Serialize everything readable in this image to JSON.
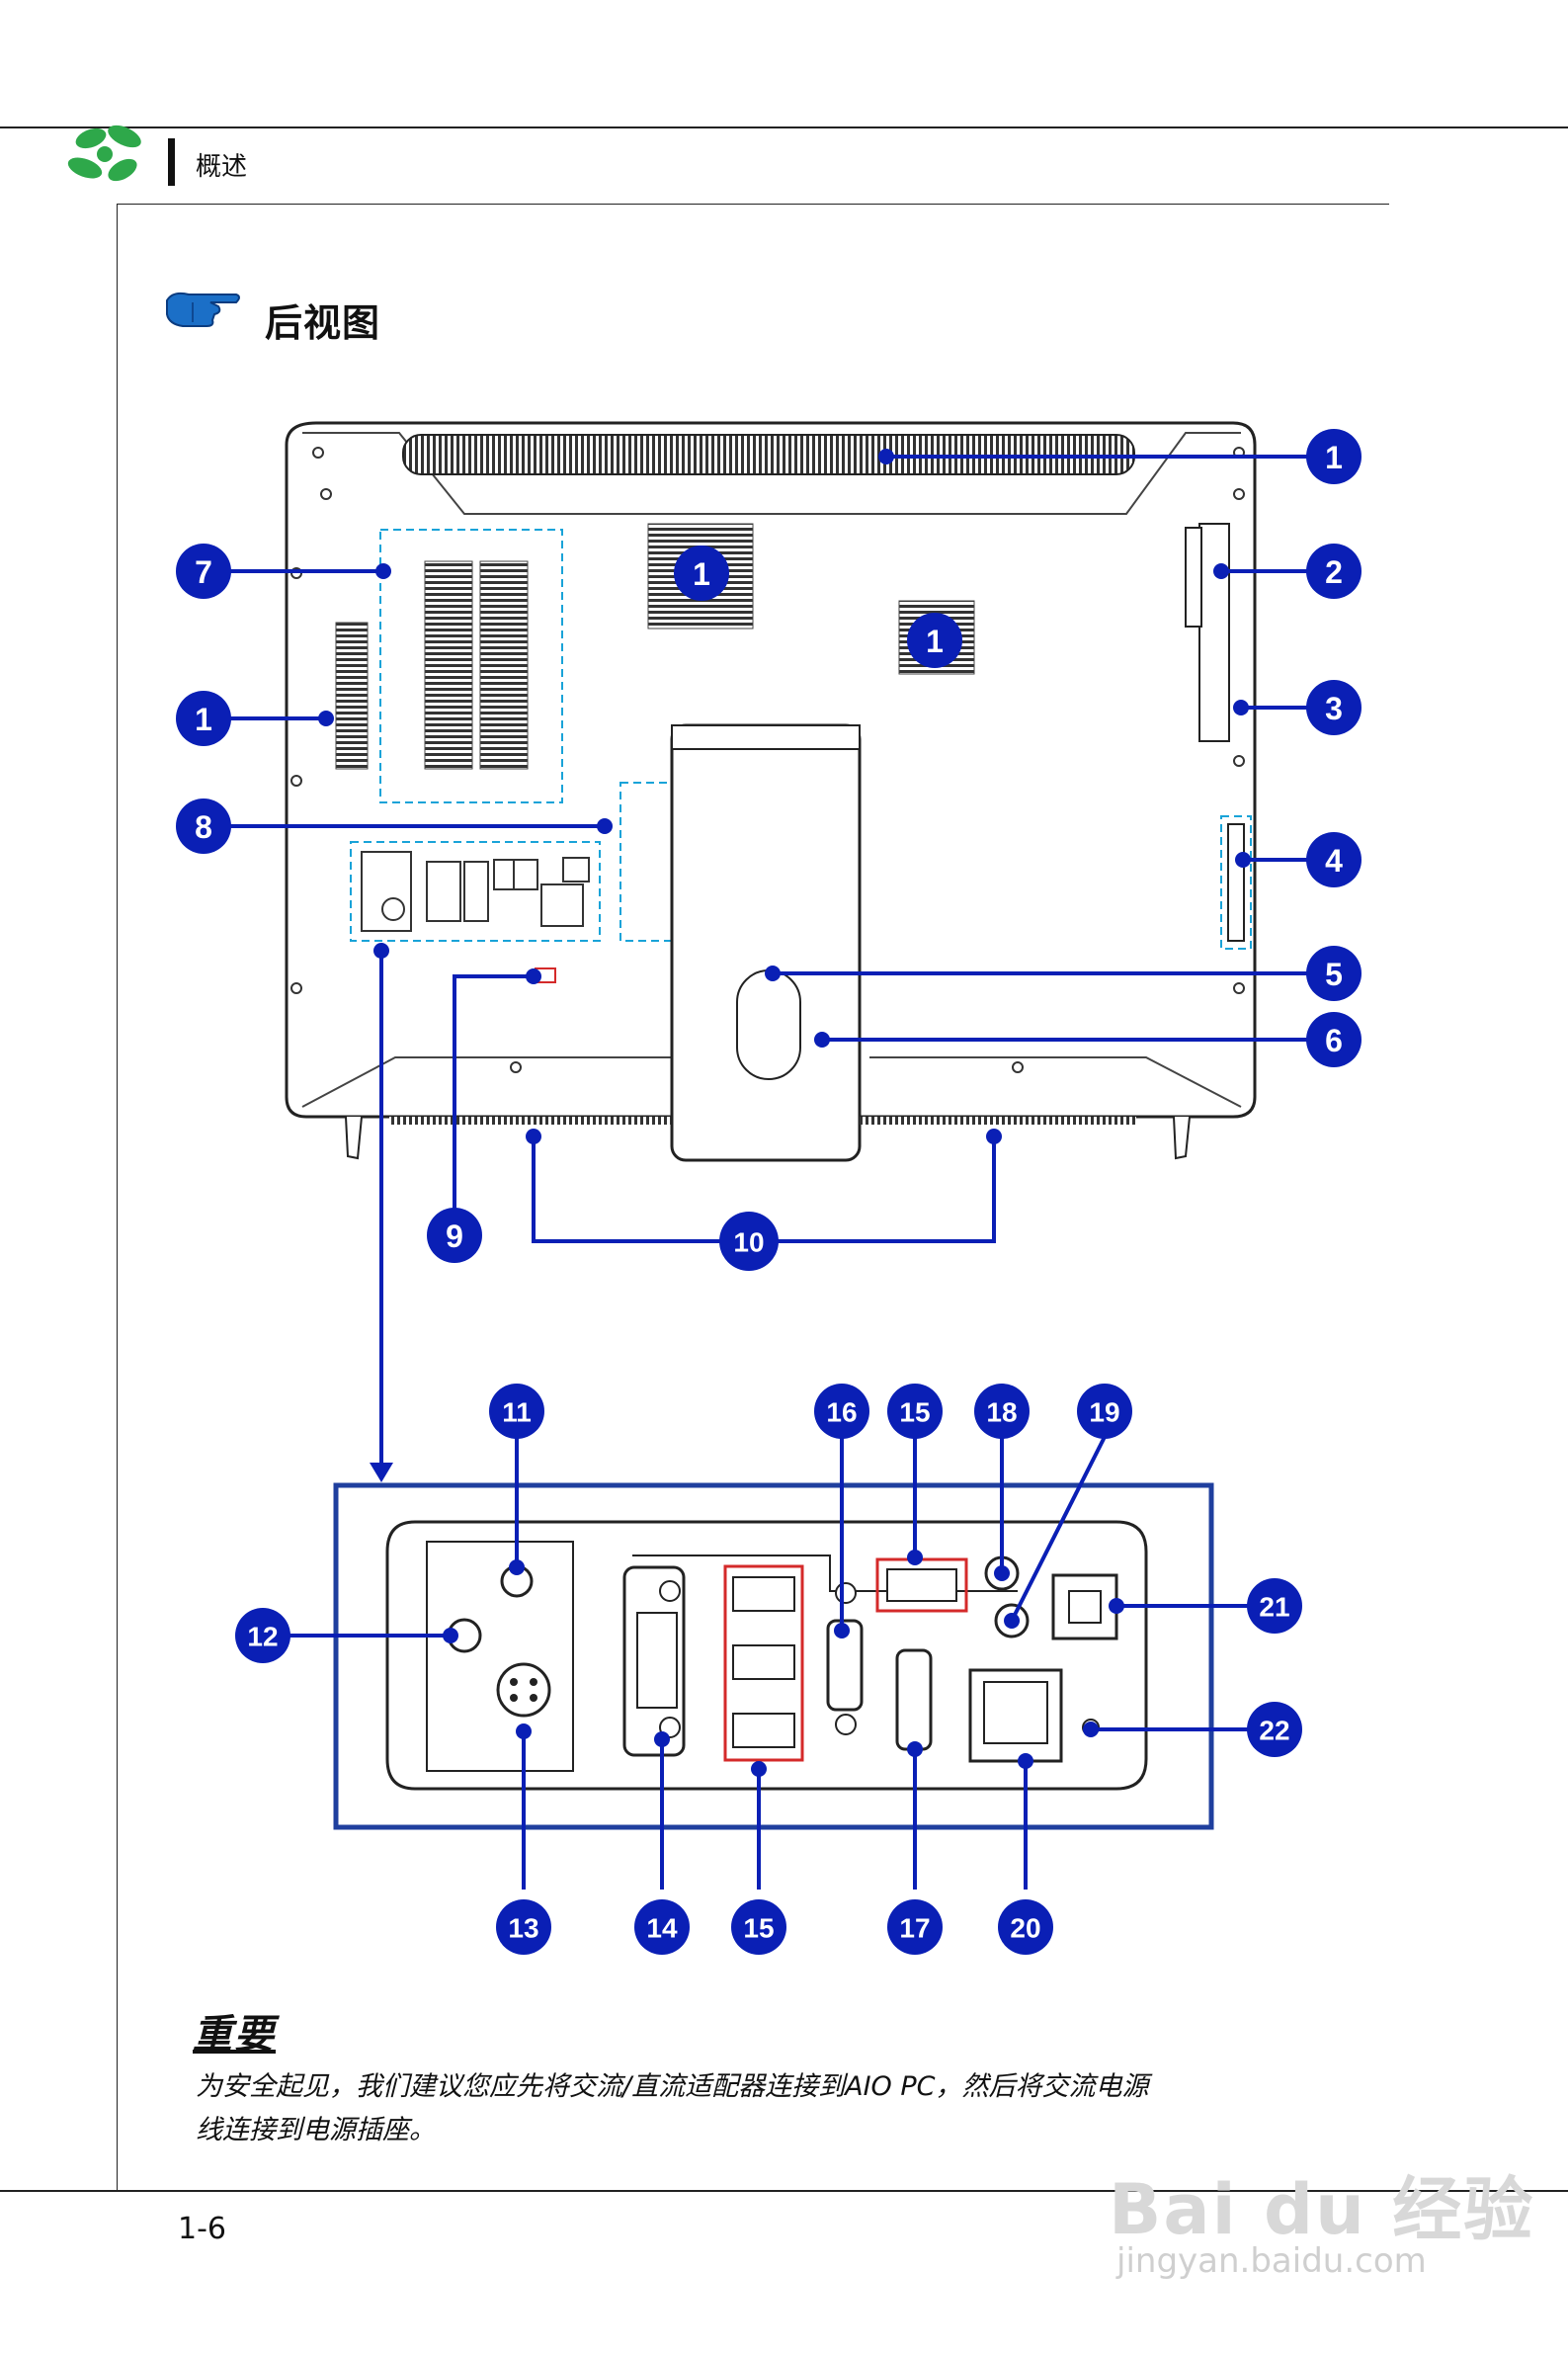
{
  "header": {
    "section": "概述"
  },
  "subtitle": "后视图",
  "callouts": {
    "c1": "1",
    "c2": "2",
    "c3": "3",
    "c4": "4",
    "c5": "5",
    "c6": "6",
    "c7": "7",
    "c8": "8",
    "c9": "9",
    "c10": "10",
    "c11": "11",
    "c12": "12",
    "c13": "13",
    "c14": "14",
    "c15": "15",
    "c16": "16",
    "c17": "17",
    "c18": "18",
    "c19": "19",
    "c20": "20",
    "c21": "21",
    "c22": "22"
  },
  "important": {
    "title": "重要",
    "line1": "为安全起见，我们建议您应先将交流/直流适配器连接到AIO PC，然后将交流电源",
    "line2": "线连接到电源插座。"
  },
  "footer": {
    "page": "1-6"
  },
  "watermark": {
    "brand": "Bai du 经验",
    "url": "jingyan.baidu.com"
  },
  "colors": {
    "callout": "#0a1fb5",
    "leader": "#0a1fb5",
    "zoom_frame": "#1f3f9e",
    "highlight": "#d42a2a",
    "dashed": "#19a3d8",
    "logo_green": "#2ea84a"
  },
  "icons": [
    "msi-logo",
    "pointing-hand-icon"
  ]
}
